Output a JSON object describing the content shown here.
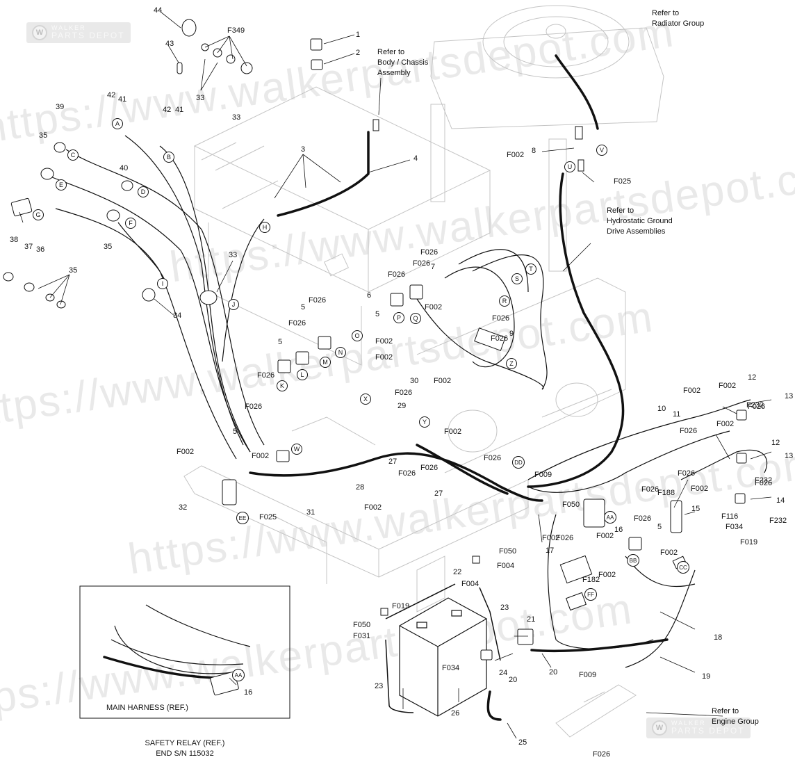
{
  "watermark": {
    "text": "https://www.walkerpartsdepot.com",
    "brand_top": "WALKER",
    "brand_bottom": "PARTS DEPOT",
    "logo_letter": "W"
  },
  "notes": {
    "radiator": [
      "Refer to",
      "Radiator Group"
    ],
    "body_chassis": [
      "Refer to",
      "Body / Chassis",
      "Assembly"
    ],
    "hydrostatic": [
      "Refer to",
      "Hydrostatic Ground",
      "Drive Assemblies"
    ],
    "engine": [
      "Refer to",
      "Engine Group"
    ]
  },
  "inset": {
    "main_harness": "MAIN HARNESS (REF.)",
    "title_line1": "SAFETY RELAY (REF.)",
    "title_line2": "END S/N 115032",
    "circle_label": "AA",
    "part_number": "16"
  },
  "part_labels": [
    {
      "id": "p1",
      "text": "1"
    },
    {
      "id": "p2",
      "text": "2"
    },
    {
      "id": "p3",
      "text": "3"
    },
    {
      "id": "p4",
      "text": "4"
    },
    {
      "id": "p5a",
      "text": "5"
    },
    {
      "id": "p5b",
      "text": "5"
    },
    {
      "id": "p5c",
      "text": "5"
    },
    {
      "id": "p5d",
      "text": "5"
    },
    {
      "id": "p5e",
      "text": "5"
    },
    {
      "id": "p6",
      "text": "6"
    },
    {
      "id": "p7",
      "text": "7"
    },
    {
      "id": "p8",
      "text": "8"
    },
    {
      "id": "p9",
      "text": "9"
    },
    {
      "id": "p10",
      "text": "10"
    },
    {
      "id": "p11",
      "text": "11"
    },
    {
      "id": "p12a",
      "text": "12"
    },
    {
      "id": "p12b",
      "text": "12"
    },
    {
      "id": "p13a",
      "text": "13"
    },
    {
      "id": "p13b",
      "text": "13"
    },
    {
      "id": "p14",
      "text": "14"
    },
    {
      "id": "p15",
      "text": "15"
    },
    {
      "id": "p16",
      "text": "16"
    },
    {
      "id": "p17",
      "text": "17"
    },
    {
      "id": "p18",
      "text": "18"
    },
    {
      "id": "p19",
      "text": "19"
    },
    {
      "id": "p20a",
      "text": "20"
    },
    {
      "id": "p20b",
      "text": "20"
    },
    {
      "id": "p21",
      "text": "21"
    },
    {
      "id": "p22",
      "text": "22"
    },
    {
      "id": "p23a",
      "text": "23"
    },
    {
      "id": "p23b",
      "text": "23"
    },
    {
      "id": "p24",
      "text": "24"
    },
    {
      "id": "p25",
      "text": "25"
    },
    {
      "id": "p26",
      "text": "26"
    },
    {
      "id": "p27a",
      "text": "27"
    },
    {
      "id": "p27b",
      "text": "27"
    },
    {
      "id": "p28",
      "text": "28"
    },
    {
      "id": "p29",
      "text": "29"
    },
    {
      "id": "p30",
      "text": "30"
    },
    {
      "id": "p31",
      "text": "31"
    },
    {
      "id": "p32",
      "text": "32"
    },
    {
      "id": "p33a",
      "text": "33"
    },
    {
      "id": "p33b",
      "text": "33"
    },
    {
      "id": "p33c",
      "text": "33"
    },
    {
      "id": "p34",
      "text": "34"
    },
    {
      "id": "p35a",
      "text": "35"
    },
    {
      "id": "p35b",
      "text": "35"
    },
    {
      "id": "p35c",
      "text": "35"
    },
    {
      "id": "p36",
      "text": "36"
    },
    {
      "id": "p37",
      "text": "37"
    },
    {
      "id": "p38",
      "text": "38"
    },
    {
      "id": "p39",
      "text": "39"
    },
    {
      "id": "p40",
      "text": "40"
    },
    {
      "id": "p41a",
      "text": "41"
    },
    {
      "id": "p41b",
      "text": "41"
    },
    {
      "id": "p42a",
      "text": "42"
    },
    {
      "id": "p42b",
      "text": "42"
    },
    {
      "id": "p43",
      "text": "43"
    },
    {
      "id": "p44",
      "text": "44"
    }
  ],
  "hardware_labels": [
    {
      "id": "h1",
      "text": "F349"
    },
    {
      "id": "h2",
      "text": "F002"
    },
    {
      "id": "h3",
      "text": "F025"
    },
    {
      "id": "h4",
      "text": "F026"
    },
    {
      "id": "h5",
      "text": "F026"
    },
    {
      "id": "h6",
      "text": "F002"
    },
    {
      "id": "h7",
      "text": "F026"
    },
    {
      "id": "h8",
      "text": "F026"
    },
    {
      "id": "h9",
      "text": "F026"
    },
    {
      "id": "h10",
      "text": "F026"
    },
    {
      "id": "h11",
      "text": "F002"
    },
    {
      "id": "h12",
      "text": "F002"
    },
    {
      "id": "h13",
      "text": "F026"
    },
    {
      "id": "h14",
      "text": "F026"
    },
    {
      "id": "h15",
      "text": "F002"
    },
    {
      "id": "h16",
      "text": "F026"
    },
    {
      "id": "h17",
      "text": "F002"
    },
    {
      "id": "h18",
      "text": "F002"
    },
    {
      "id": "h19",
      "text": "F002"
    },
    {
      "id": "h20",
      "text": "F026"
    },
    {
      "id": "h21",
      "text": "F026"
    },
    {
      "id": "h22",
      "text": "F002"
    },
    {
      "id": "h23",
      "text": "F025"
    },
    {
      "id": "h24",
      "text": "F002"
    },
    {
      "id": "h25",
      "text": "F009"
    },
    {
      "id": "h26",
      "text": "F002"
    },
    {
      "id": "h27",
      "text": "F232"
    },
    {
      "id": "h28",
      "text": "F026"
    },
    {
      "id": "h29",
      "text": "F002"
    },
    {
      "id": "h30",
      "text": "F232"
    },
    {
      "id": "h31",
      "text": "F026"
    },
    {
      "id": "h32",
      "text": "F002"
    },
    {
      "id": "h33",
      "text": "F232"
    },
    {
      "id": "h34",
      "text": "F026"
    },
    {
      "id": "h35",
      "text": "F188"
    },
    {
      "id": "h36",
      "text": "F050"
    },
    {
      "id": "h37",
      "text": "F002"
    },
    {
      "id": "h38",
      "text": "F026"
    },
    {
      "id": "h39",
      "text": "F002"
    },
    {
      "id": "h40",
      "text": "F026"
    },
    {
      "id": "h41",
      "text": "F182"
    },
    {
      "id": "h42",
      "text": "F116"
    },
    {
      "id": "h43",
      "text": "F034"
    },
    {
      "id": "h44",
      "text": "F019"
    },
    {
      "id": "h45",
      "text": "F050"
    },
    {
      "id": "h46",
      "text": "F004"
    },
    {
      "id": "h47",
      "text": "F004"
    },
    {
      "id": "h48",
      "text": "F019"
    },
    {
      "id": "h49",
      "text": "F050"
    },
    {
      "id": "h50",
      "text": "F031"
    },
    {
      "id": "h51",
      "text": "F034"
    },
    {
      "id": "h52",
      "text": "F009"
    },
    {
      "id": "h53",
      "text": "F026"
    },
    {
      "id": "h54",
      "text": "F026"
    },
    {
      "id": "h55",
      "text": "F026"
    },
    {
      "id": "h56",
      "text": "F026"
    },
    {
      "id": "h57",
      "text": "F002"
    },
    {
      "id": "h58",
      "text": "F026"
    },
    {
      "id": "h59",
      "text": "F002"
    }
  ],
  "connector_labels": [
    {
      "id": "cA",
      "text": "A"
    },
    {
      "id": "cB",
      "text": "B"
    },
    {
      "id": "cC",
      "text": "C"
    },
    {
      "id": "cD",
      "text": "D"
    },
    {
      "id": "cE",
      "text": "E"
    },
    {
      "id": "cF",
      "text": "F"
    },
    {
      "id": "cG",
      "text": "G"
    },
    {
      "id": "cH",
      "text": "H"
    },
    {
      "id": "cI",
      "text": "I"
    },
    {
      "id": "cJ",
      "text": "J"
    },
    {
      "id": "cK",
      "text": "K"
    },
    {
      "id": "cL",
      "text": "L"
    },
    {
      "id": "cM",
      "text": "M"
    },
    {
      "id": "cN",
      "text": "N"
    },
    {
      "id": "cO",
      "text": "O"
    },
    {
      "id": "cP",
      "text": "P"
    },
    {
      "id": "cQ",
      "text": "Q"
    },
    {
      "id": "cR",
      "text": "R"
    },
    {
      "id": "cS",
      "text": "S"
    },
    {
      "id": "cT",
      "text": "T"
    },
    {
      "id": "cU",
      "text": "U"
    },
    {
      "id": "cV",
      "text": "V"
    },
    {
      "id": "cW",
      "text": "W"
    },
    {
      "id": "cX",
      "text": "X"
    },
    {
      "id": "cY",
      "text": "Y"
    },
    {
      "id": "cZ",
      "text": "Z"
    },
    {
      "id": "cAA",
      "text": "AA"
    },
    {
      "id": "cBB",
      "text": "BB"
    },
    {
      "id": "cCC",
      "text": "CC"
    },
    {
      "id": "cDD",
      "text": "DD"
    },
    {
      "id": "cEE",
      "text": "EE"
    },
    {
      "id": "cFF",
      "text": "FF"
    }
  ]
}
